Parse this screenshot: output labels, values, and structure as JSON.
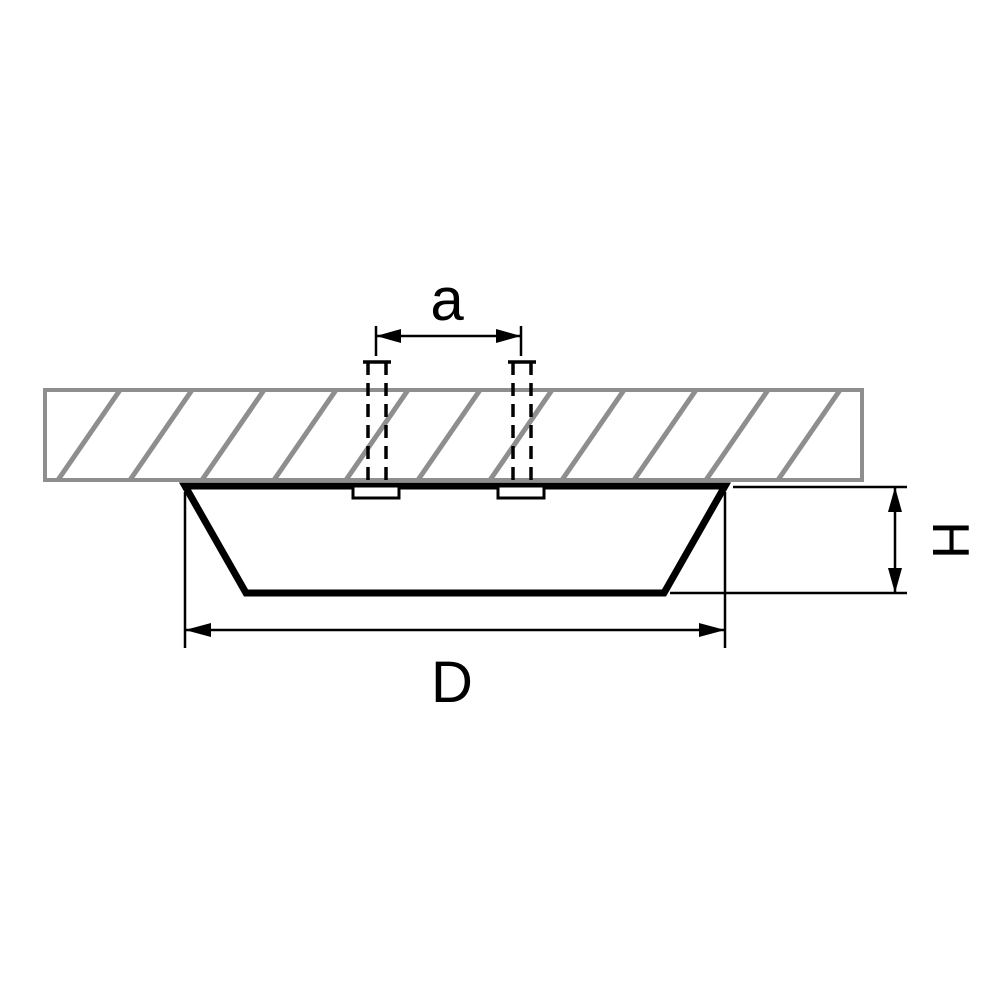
{
  "labels": {
    "hole_spacing": "a",
    "diameter": "D",
    "height": "H"
  },
  "colors": {
    "line": "#000000",
    "ceiling_gray": "#8e8e8e",
    "background": "#ffffff"
  }
}
